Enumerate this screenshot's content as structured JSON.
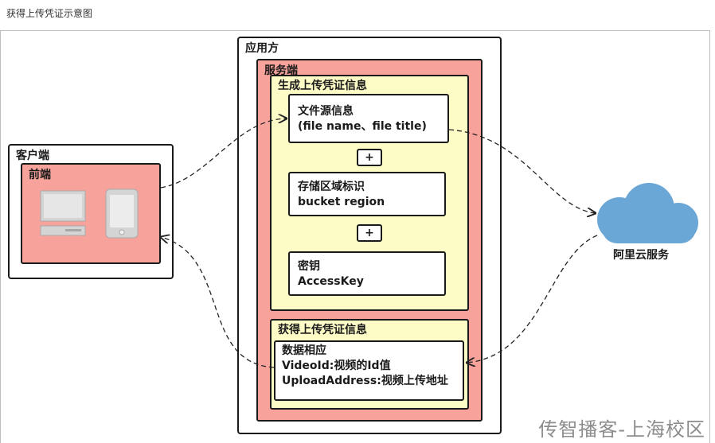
{
  "caption": "获得上传凭证示意图",
  "client": {
    "title": "客户端",
    "frontend_title": "前端"
  },
  "app": {
    "title": "应用方",
    "server_title": "服务端",
    "generate": {
      "title": "生成上传凭证信息",
      "source_info": {
        "line1": "文件源信息",
        "line2": "(file name、file title)"
      },
      "plus": "+",
      "region": {
        "line1": "存储区域标识",
        "line2": "bucket region"
      },
      "key": {
        "line1": "密钥",
        "line2": "AccessKey"
      }
    },
    "obtain": {
      "title": "获得上传凭证信息",
      "response": {
        "line1": "数据相应",
        "line2": "VideoId:视频的Id值",
        "line3": "UploadAddress:视频上传地址"
      }
    }
  },
  "cloud": {
    "label": "阿里云服务",
    "color": "#6aa6d6"
  },
  "watermark": "传智播客-上海校区",
  "colors": {
    "red_fill": "#f7a39b",
    "yellow_fill": "#fdfcc6",
    "device_gray": "#d4d4d4"
  },
  "icons": [
    "desktop-computer-icon",
    "mobile-phone-icon",
    "cloud-icon"
  ]
}
